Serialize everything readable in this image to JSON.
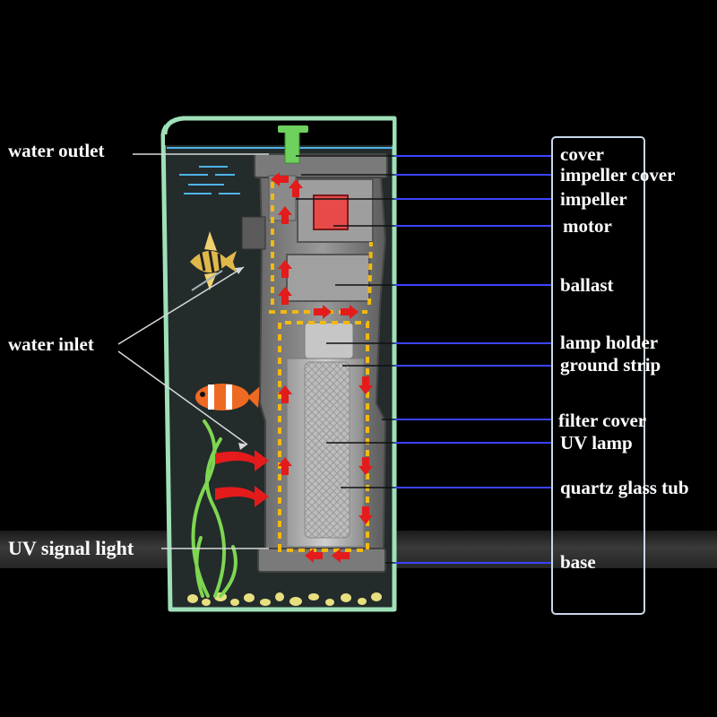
{
  "labels_left": {
    "water_outlet": "water outlet",
    "water_inlet": "water inlet",
    "uv_signal_light": "UV signal light"
  },
  "labels_right": {
    "cover": "cover",
    "impeller_cover": "impeller cover",
    "impeller": "impeller",
    "motor": "motor",
    "ballast": "ballast",
    "lamp_holder": "lamp holder",
    "ground_strip": "ground strip",
    "filter_cover": "filter cover",
    "uv_lamp": "UV lamp",
    "quartz_glass_tub": "quartz glass tub",
    "base": "base"
  },
  "colors": {
    "background": "#000000",
    "tank_outline": "#9fe0b8",
    "water": "#232b2b",
    "water_surface": "#4fb3e8",
    "leader_line": "#3b44ff",
    "panel_border": "#c9d7ea",
    "flow_arrow": "#e41b1b",
    "flow_path": "#f2b90f",
    "filter_body": "#8b8b8b",
    "nozzle": "#6fd15d",
    "motor": "#e84a4a"
  }
}
